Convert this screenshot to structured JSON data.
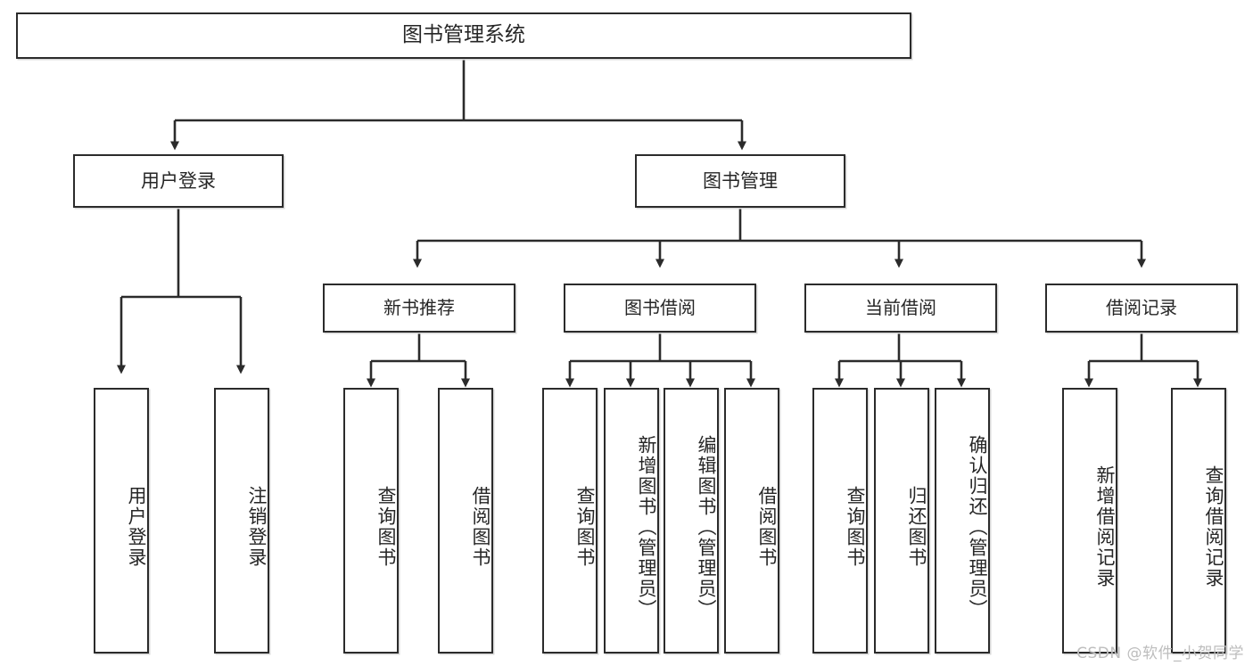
{
  "diagram": {
    "title": "图书管理系统",
    "type": "tree-hierarchy-diagram",
    "watermark": "CSDN @软件_小贺同学",
    "colors": {
      "stroke": "#2b2b2b",
      "fill": "#ffffff",
      "text": "#262626",
      "watermark": "#bdbdbd"
    },
    "root": {
      "id": "root",
      "label": "图书管理系统"
    },
    "tier1": [
      {
        "id": "t1-user-login",
        "label": "用户登录"
      },
      {
        "id": "t1-book-admin",
        "label": "图书管理"
      }
    ],
    "tier2": [
      {
        "id": "t2-new-book",
        "label": "新书推荐",
        "parent": "t1-book-admin"
      },
      {
        "id": "t2-borrow",
        "label": "图书借阅",
        "parent": "t1-book-admin"
      },
      {
        "id": "t2-current",
        "label": "当前借阅",
        "parent": "t1-book-admin"
      },
      {
        "id": "t2-record",
        "label": "借阅记录",
        "parent": "t1-book-admin"
      }
    ],
    "leaves": [
      {
        "id": "l-user-login",
        "label": "用户登录",
        "parent": "t1-user-login"
      },
      {
        "id": "l-user-logout",
        "label": "注销登录",
        "parent": "t1-user-login"
      },
      {
        "id": "l-nb-query",
        "label": "查询图书",
        "parent": "t2-new-book"
      },
      {
        "id": "l-nb-borrow",
        "label": "借阅图书",
        "parent": "t2-new-book"
      },
      {
        "id": "l-bw-query",
        "label": "查询图书",
        "parent": "t2-borrow"
      },
      {
        "id": "l-bw-add",
        "label": "新增图书（管理员）",
        "parent": "t2-borrow"
      },
      {
        "id": "l-bw-edit",
        "label": "编辑图书（管理员）",
        "parent": "t2-borrow"
      },
      {
        "id": "l-bw-borrow",
        "label": "借阅图书",
        "parent": "t2-borrow"
      },
      {
        "id": "l-cur-query",
        "label": "查询图书",
        "parent": "t2-current"
      },
      {
        "id": "l-cur-return",
        "label": "归还图书",
        "parent": "t2-current"
      },
      {
        "id": "l-cur-confirm",
        "label": "确认归还（管理员）",
        "parent": "t2-current"
      },
      {
        "id": "l-rec-add",
        "label": "新增借阅记录",
        "parent": "t2-record"
      },
      {
        "id": "l-rec-query",
        "label": "查询借阅记录",
        "parent": "t2-record"
      }
    ]
  }
}
